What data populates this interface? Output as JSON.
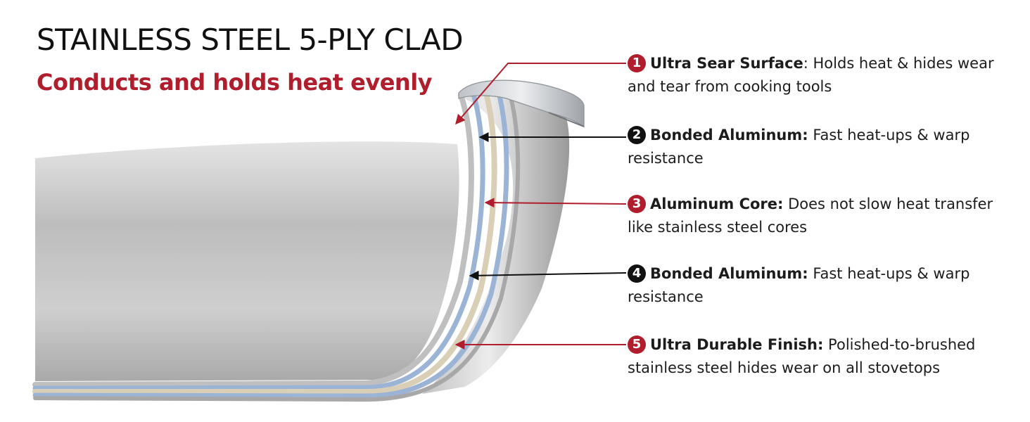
{
  "header": {
    "title": "STAINLESS STEEL 5-PLY CLAD",
    "subtitle": "Conducts and holds heat evenly"
  },
  "colors": {
    "accent_red": "#b01e2d",
    "number_dark": "#111111",
    "steel_light": "#e6e6e6",
    "steel_mid": "#a6a6a6",
    "aluminum_blue": "#9bb4d6",
    "aluminum_core": "#d9ceb6"
  },
  "callouts": [
    {
      "num": "1",
      "color": "#b01e2d",
      "term": "Ultra Sear Surface",
      "desc": ": Holds heat & hides wear and tear from cooking tools"
    },
    {
      "num": "2",
      "color": "#111111",
      "term": "Bonded Aluminum:",
      "desc": " Fast heat-ups & warp resistance"
    },
    {
      "num": "3",
      "color": "#b01e2d",
      "term": "Aluminum Core:",
      "desc": " Does not slow heat transfer like stainless steel cores"
    },
    {
      "num": "4",
      "color": "#111111",
      "term": "Bonded Aluminum:",
      "desc": " Fast heat-ups & warp resistance"
    },
    {
      "num": "5",
      "color": "#b01e2d",
      "term": "Ultra Durable Finish:",
      "desc": " Polished-to-brushed stainless steel hides wear on all stovetops"
    }
  ]
}
